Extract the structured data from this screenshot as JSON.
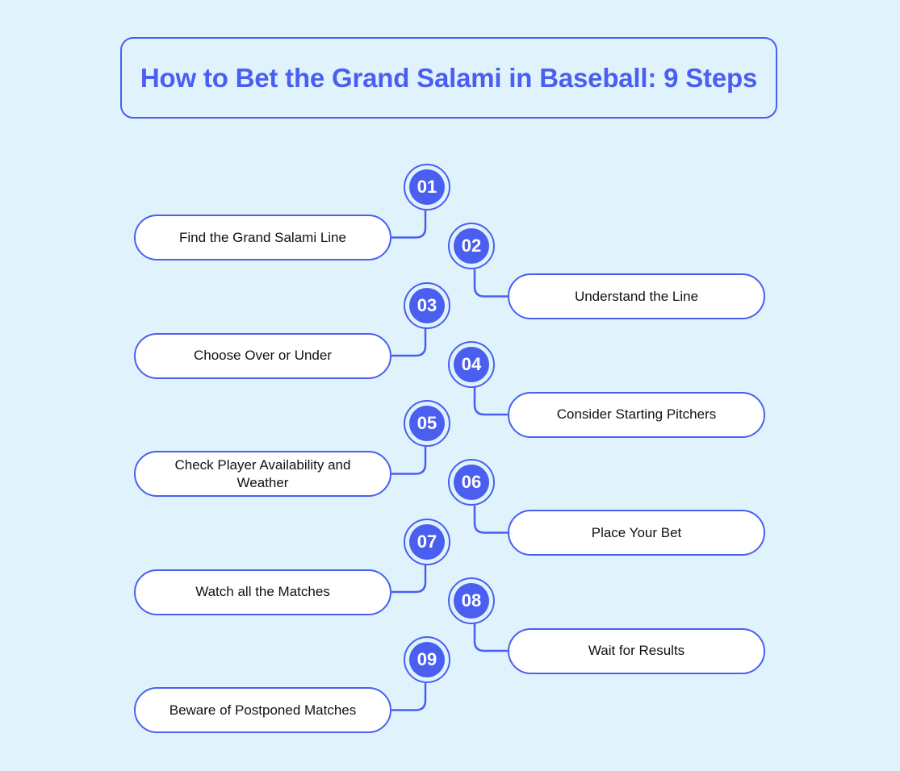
{
  "title": "How to Bet the Grand Salami in Baseball: 9 Steps",
  "colors": {
    "background": "#e0f3fd",
    "accent": "#4a5ff0",
    "pill_fill": "#ffffff",
    "text": "#111111"
  },
  "steps": [
    {
      "number": "01",
      "label": "Find the Grand Salami Line",
      "side": "left"
    },
    {
      "number": "02",
      "label": "Understand the Line",
      "side": "right"
    },
    {
      "number": "03",
      "label": "Choose Over or Under",
      "side": "left"
    },
    {
      "number": "04",
      "label": "Consider Starting Pitchers",
      "side": "right"
    },
    {
      "number": "05",
      "label": "Check Player Availability and Weather",
      "side": "left"
    },
    {
      "number": "06",
      "label": "Place Your Bet",
      "side": "right"
    },
    {
      "number": "07",
      "label": "Watch all the Matches",
      "side": "left"
    },
    {
      "number": "08",
      "label": "Wait for Results",
      "side": "right"
    },
    {
      "number": "09",
      "label": "Beware of Postponed Matches",
      "side": "left"
    }
  ]
}
